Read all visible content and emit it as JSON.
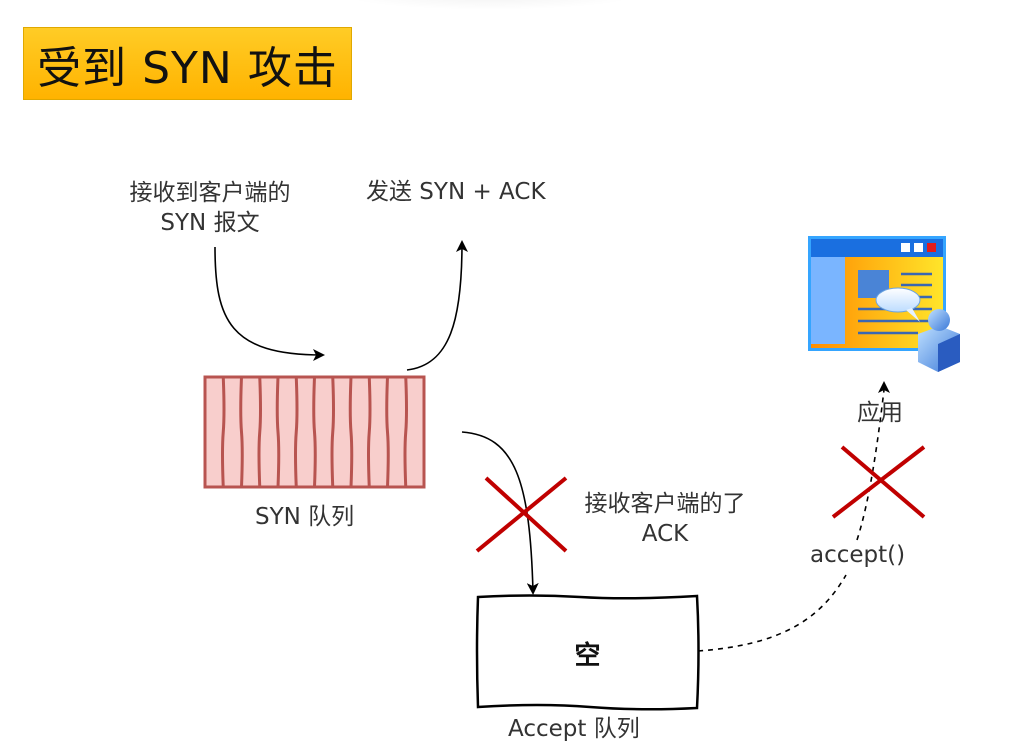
{
  "title": "受到 SYN 攻击",
  "labels": {
    "receive_syn_line1": "接收到客户端的",
    "receive_syn_line2": "SYN 报文",
    "send_syn_ack": "发送 SYN + ACK",
    "syn_queue": "SYN 队列",
    "receive_ack_line1": "接收客户端的了",
    "receive_ack_line2": "ACK",
    "accept_queue_content": "空",
    "accept_queue": "Accept 队列",
    "application": "应用",
    "accept_call": "accept()"
  },
  "syn_queue": {
    "slots": 12,
    "state": "full"
  },
  "accept_queue": {
    "state": "empty"
  },
  "colors": {
    "banner": "#ffb300",
    "queue_fill": "#f8cecc",
    "queue_stroke": "#b85450",
    "cross": "#c00000",
    "arrow": "#000000",
    "text": "#333333"
  },
  "icons": {
    "application": "application-window-user-icon"
  }
}
